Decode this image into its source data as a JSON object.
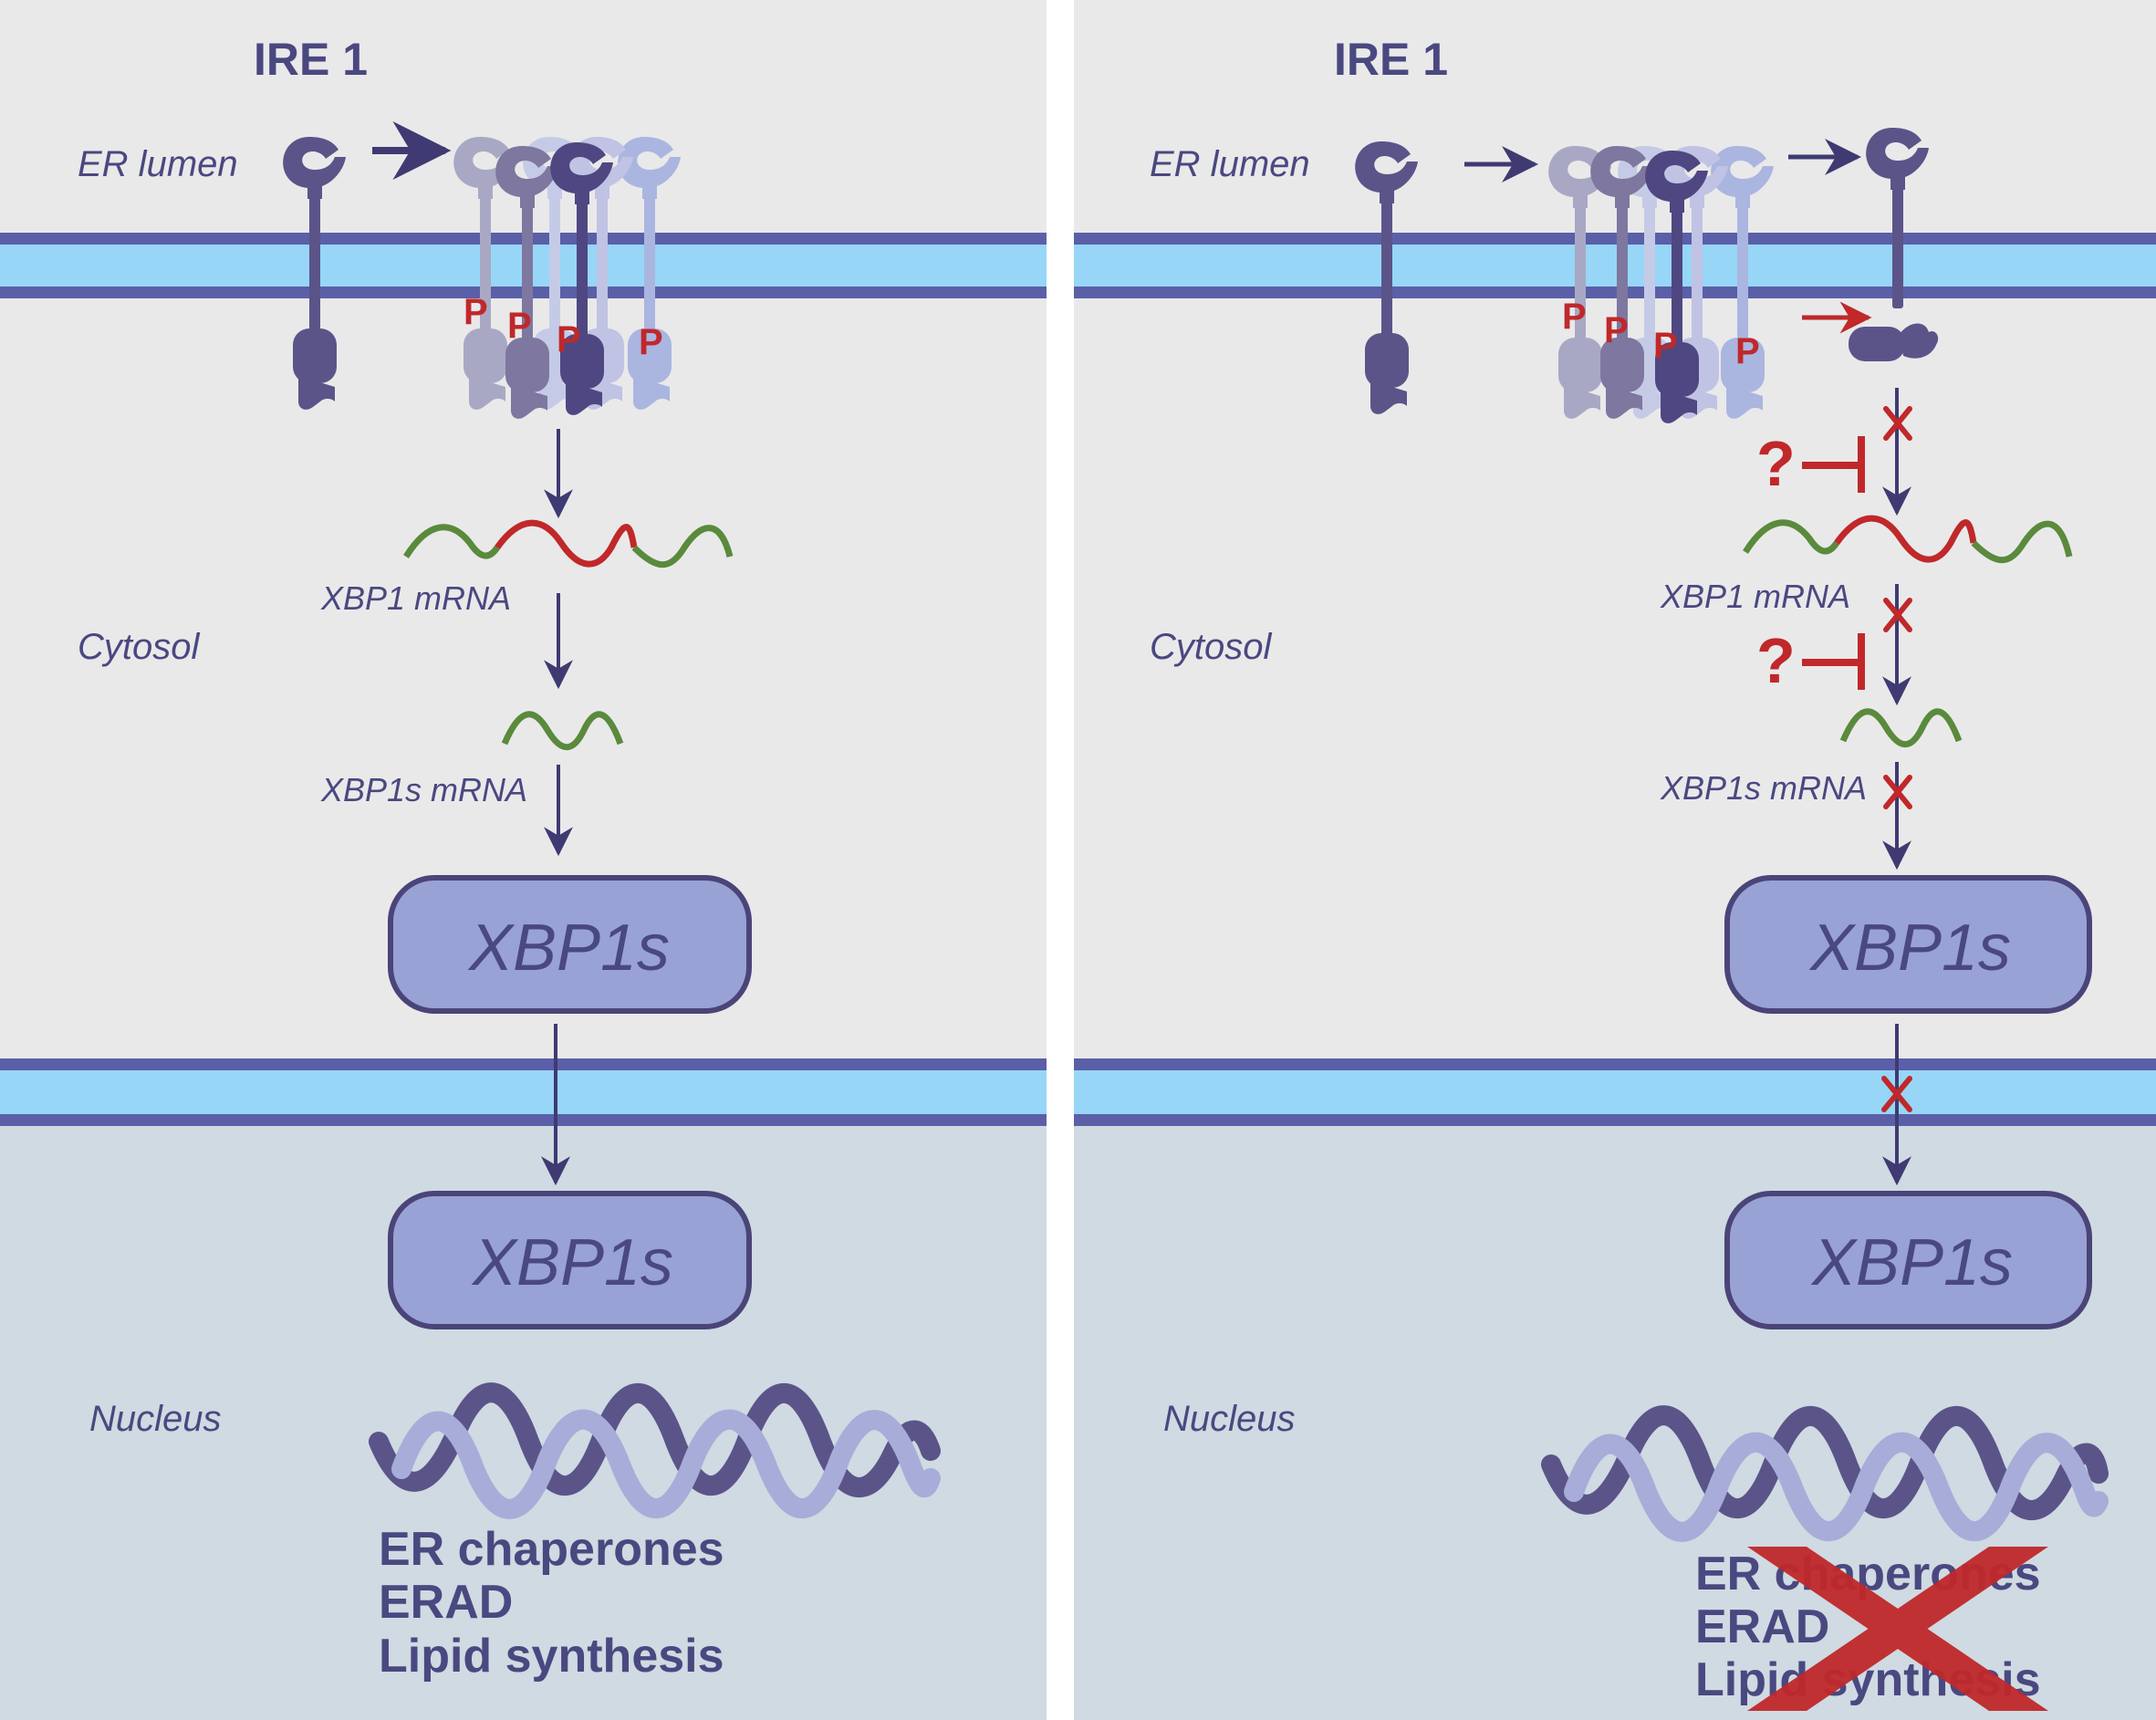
{
  "left_panel": {
    "title": "IRE 1",
    "er_lumen": "ER lumen",
    "cytosol": "Cytosol",
    "nucleus": "Nucleus",
    "xbp1_mrna": "XBP1 mRNA",
    "xbp1s_mrna": "XBP1s mRNA",
    "xbp1s_cytosol": "XBP1s",
    "xbp1s_nucleus": "XBP1s",
    "outputs": [
      "ER chaperones",
      "ERAD",
      "Lipid synthesis"
    ],
    "phospho": [
      "P",
      "P",
      "P",
      "P"
    ]
  },
  "right_panel": {
    "title": "IRE 1",
    "er_lumen": "ER lumen",
    "cytosol": "Cytosol",
    "nucleus": "Nucleus",
    "xbp1_mrna": "XBP1 mRNA",
    "xbp1s_mrna": "XBP1s mRNA",
    "xbp1s_cytosol": "XBP1s",
    "xbp1s_nucleus": "XBP1s",
    "outputs": [
      "ER chaperones",
      "ERAD",
      "Lipid synthesis"
    ],
    "phospho": [
      "P",
      "P",
      "P",
      "P"
    ],
    "unknown_inhibitor_1": "?",
    "unknown_inhibitor_2": "?",
    "block_marks": [
      "X",
      "X",
      "X",
      "X"
    ]
  },
  "colors": {
    "cytosol_bg": "#e9e9ea",
    "nucleus_bg": "#cfdae2",
    "membrane_light": "#97d6f6",
    "membrane_dark": "#5a5fa8",
    "protein_dark": "#5b5489",
    "box_fill": "#99a2d4",
    "box_stroke": "#4a4478",
    "mrna_green": "#5a8a3c",
    "mrna_red": "#c0282a",
    "inhibit_red": "#c0282a"
  }
}
